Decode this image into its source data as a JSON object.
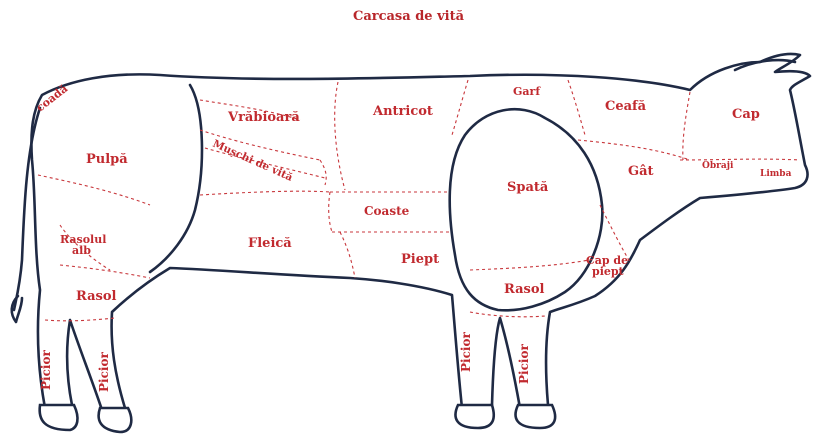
{
  "title": "Carcasa de vită",
  "colors": {
    "label": "#c12a2f",
    "outline": "#1f2a44",
    "cut_line": "#c8373c"
  },
  "parts": {
    "coada": "coadă",
    "pulpa": "Pulpă",
    "vrabioara": "Vrăbioară",
    "muschi": "Mușchi de vită",
    "antricot": "Antricot",
    "garf": "Garf",
    "ceafa": "Ceafă",
    "cap": "Cap",
    "obraji": "Obraji",
    "limba": "Limba",
    "gat": "Gât",
    "spata": "Spată",
    "coaste": "Coaste",
    "fleica": "Fleică",
    "rasolul_alb_1": "Rasolul",
    "rasolul_alb_2": "alb",
    "piept": "Piept",
    "cap_piept_1": "Cap de",
    "cap_piept_2": "piept",
    "rasol_spate": "Rasol",
    "rasol_fata": "Rasol",
    "picior_1": "Picior",
    "picior_2": "Picior",
    "picior_3": "Picior",
    "picior_4": "Picior"
  }
}
